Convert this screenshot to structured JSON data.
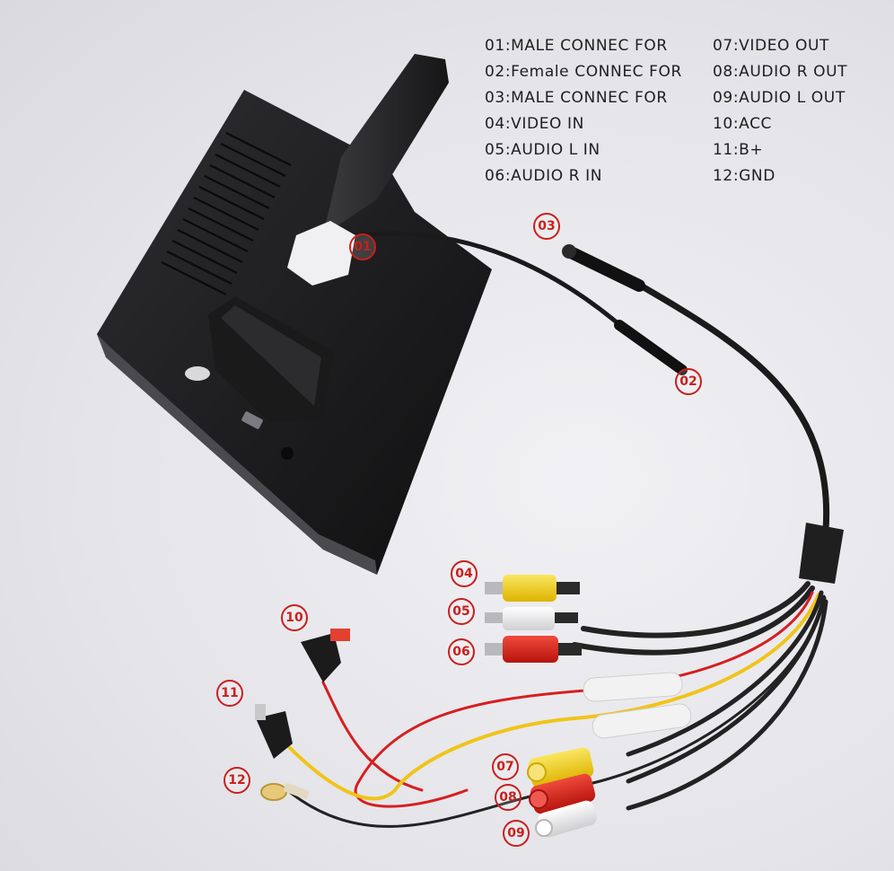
{
  "legend": {
    "left": [
      "01:MALE CONNEC FOR",
      "02:Female CONNEC FOR",
      "03:MALE CONNEC FOR",
      "04:VIDEO IN",
      "05:AUDIO L IN",
      "06:AUDIO R IN"
    ],
    "right": [
      "07:VIDEO OUT",
      "08:AUDIO R OUT",
      "09:AUDIO L OUT",
      "10:ACC",
      "11:B+",
      "12:GND"
    ]
  },
  "badges": [
    "01",
    "02",
    "03",
    "04",
    "05",
    "06",
    "07",
    "08",
    "09",
    "10",
    "11",
    "12"
  ],
  "colors": {
    "badge_red": "#c8201c",
    "monitor_body": "#1c1c1e",
    "rca_yellow": "#f2d21a",
    "rca_red": "#d8231b",
    "rca_white": "#efefef",
    "wire_red": "#d61f1f",
    "wire_yellow": "#f0c419",
    "wire_black": "#222222"
  }
}
